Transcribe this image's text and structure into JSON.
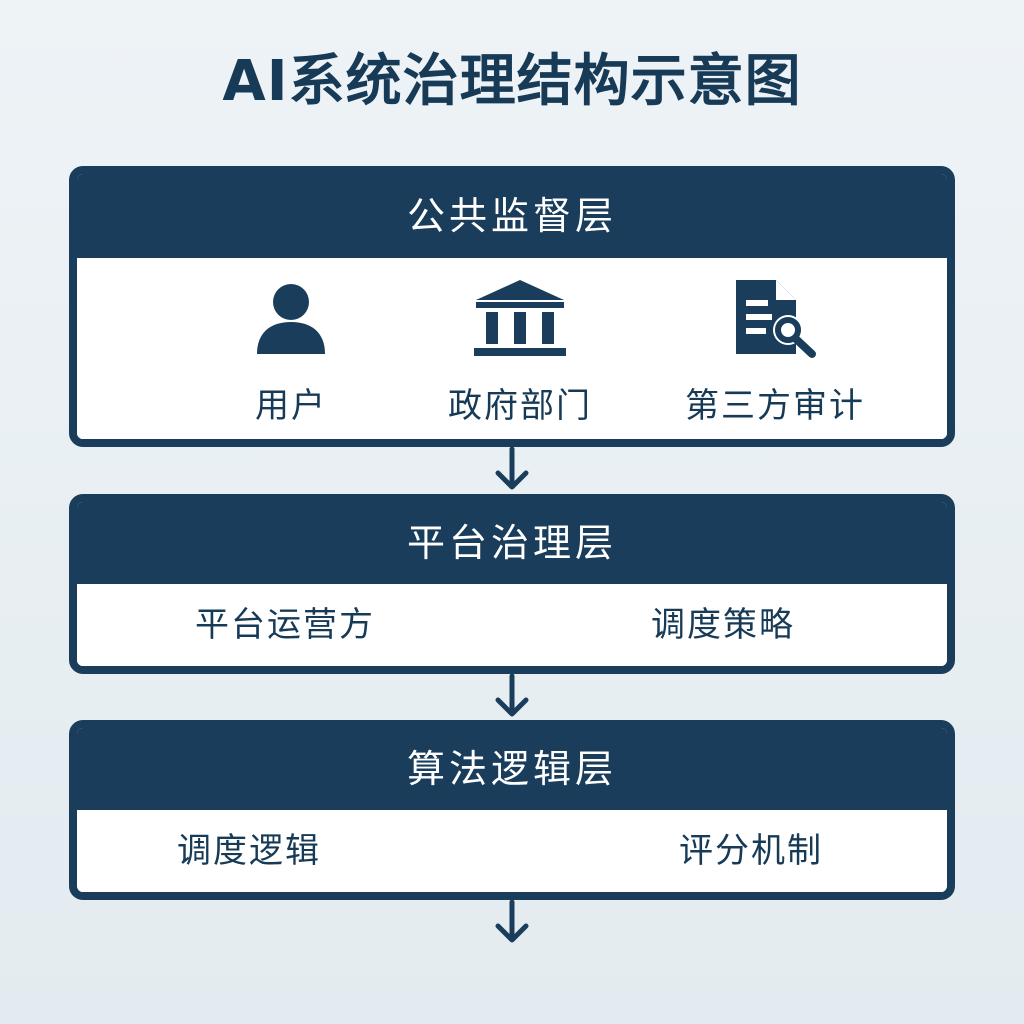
{
  "title": "AI系统治理结构示意图",
  "colors": {
    "primary": "#193d5b",
    "background": "#e9f0f4",
    "panel": "#ffffff",
    "header_text": "#ffffff"
  },
  "layers": [
    {
      "title": "公共监督层",
      "items": [
        {
          "label": "用户",
          "icon": "user-icon"
        },
        {
          "label": "政府部门",
          "icon": "government-building-icon"
        },
        {
          "label": "第三方审计",
          "icon": "audit-document-search-icon"
        }
      ]
    },
    {
      "title": "平台治理层",
      "items": [
        {
          "label": "平台运营方"
        },
        {
          "label": "调度策略"
        }
      ]
    },
    {
      "title": "算法逻辑层",
      "items": [
        {
          "label": "调度逻辑"
        },
        {
          "label": "评分机制"
        }
      ]
    }
  ],
  "connectors": [
    "arrow-down-icon",
    "arrow-down-icon",
    "arrow-down-icon"
  ]
}
